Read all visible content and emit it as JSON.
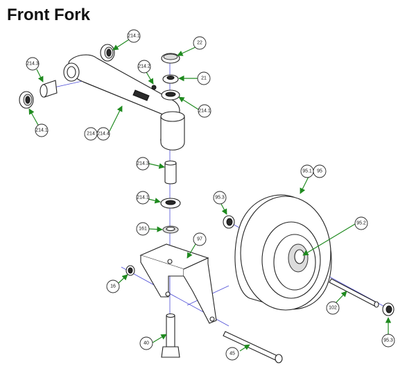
{
  "title": "Front Fork",
  "callouts": {
    "c214_1_top": "214.1",
    "c214_3_left": "214.3",
    "c214_1_left": "214.1",
    "c214": "214",
    "c214_4": "214.4",
    "c22": "22",
    "c214_2": "214.2",
    "c21": "21",
    "c214_1_mid": "214.1",
    "c214_3_mid": "214.3",
    "c214_1_low": "214.1",
    "c161": "161",
    "c97": "97",
    "c16": "16",
    "c40": "40",
    "c45": "45",
    "c95_3_top": "95.3",
    "c95_1": "95.1",
    "c95": "95",
    "c95_2": "95.2",
    "c102": "102",
    "c95_3_bot": "95.3"
  },
  "colors": {
    "leader": "#1f8a1f",
    "axis": "#4b4bd6"
  }
}
